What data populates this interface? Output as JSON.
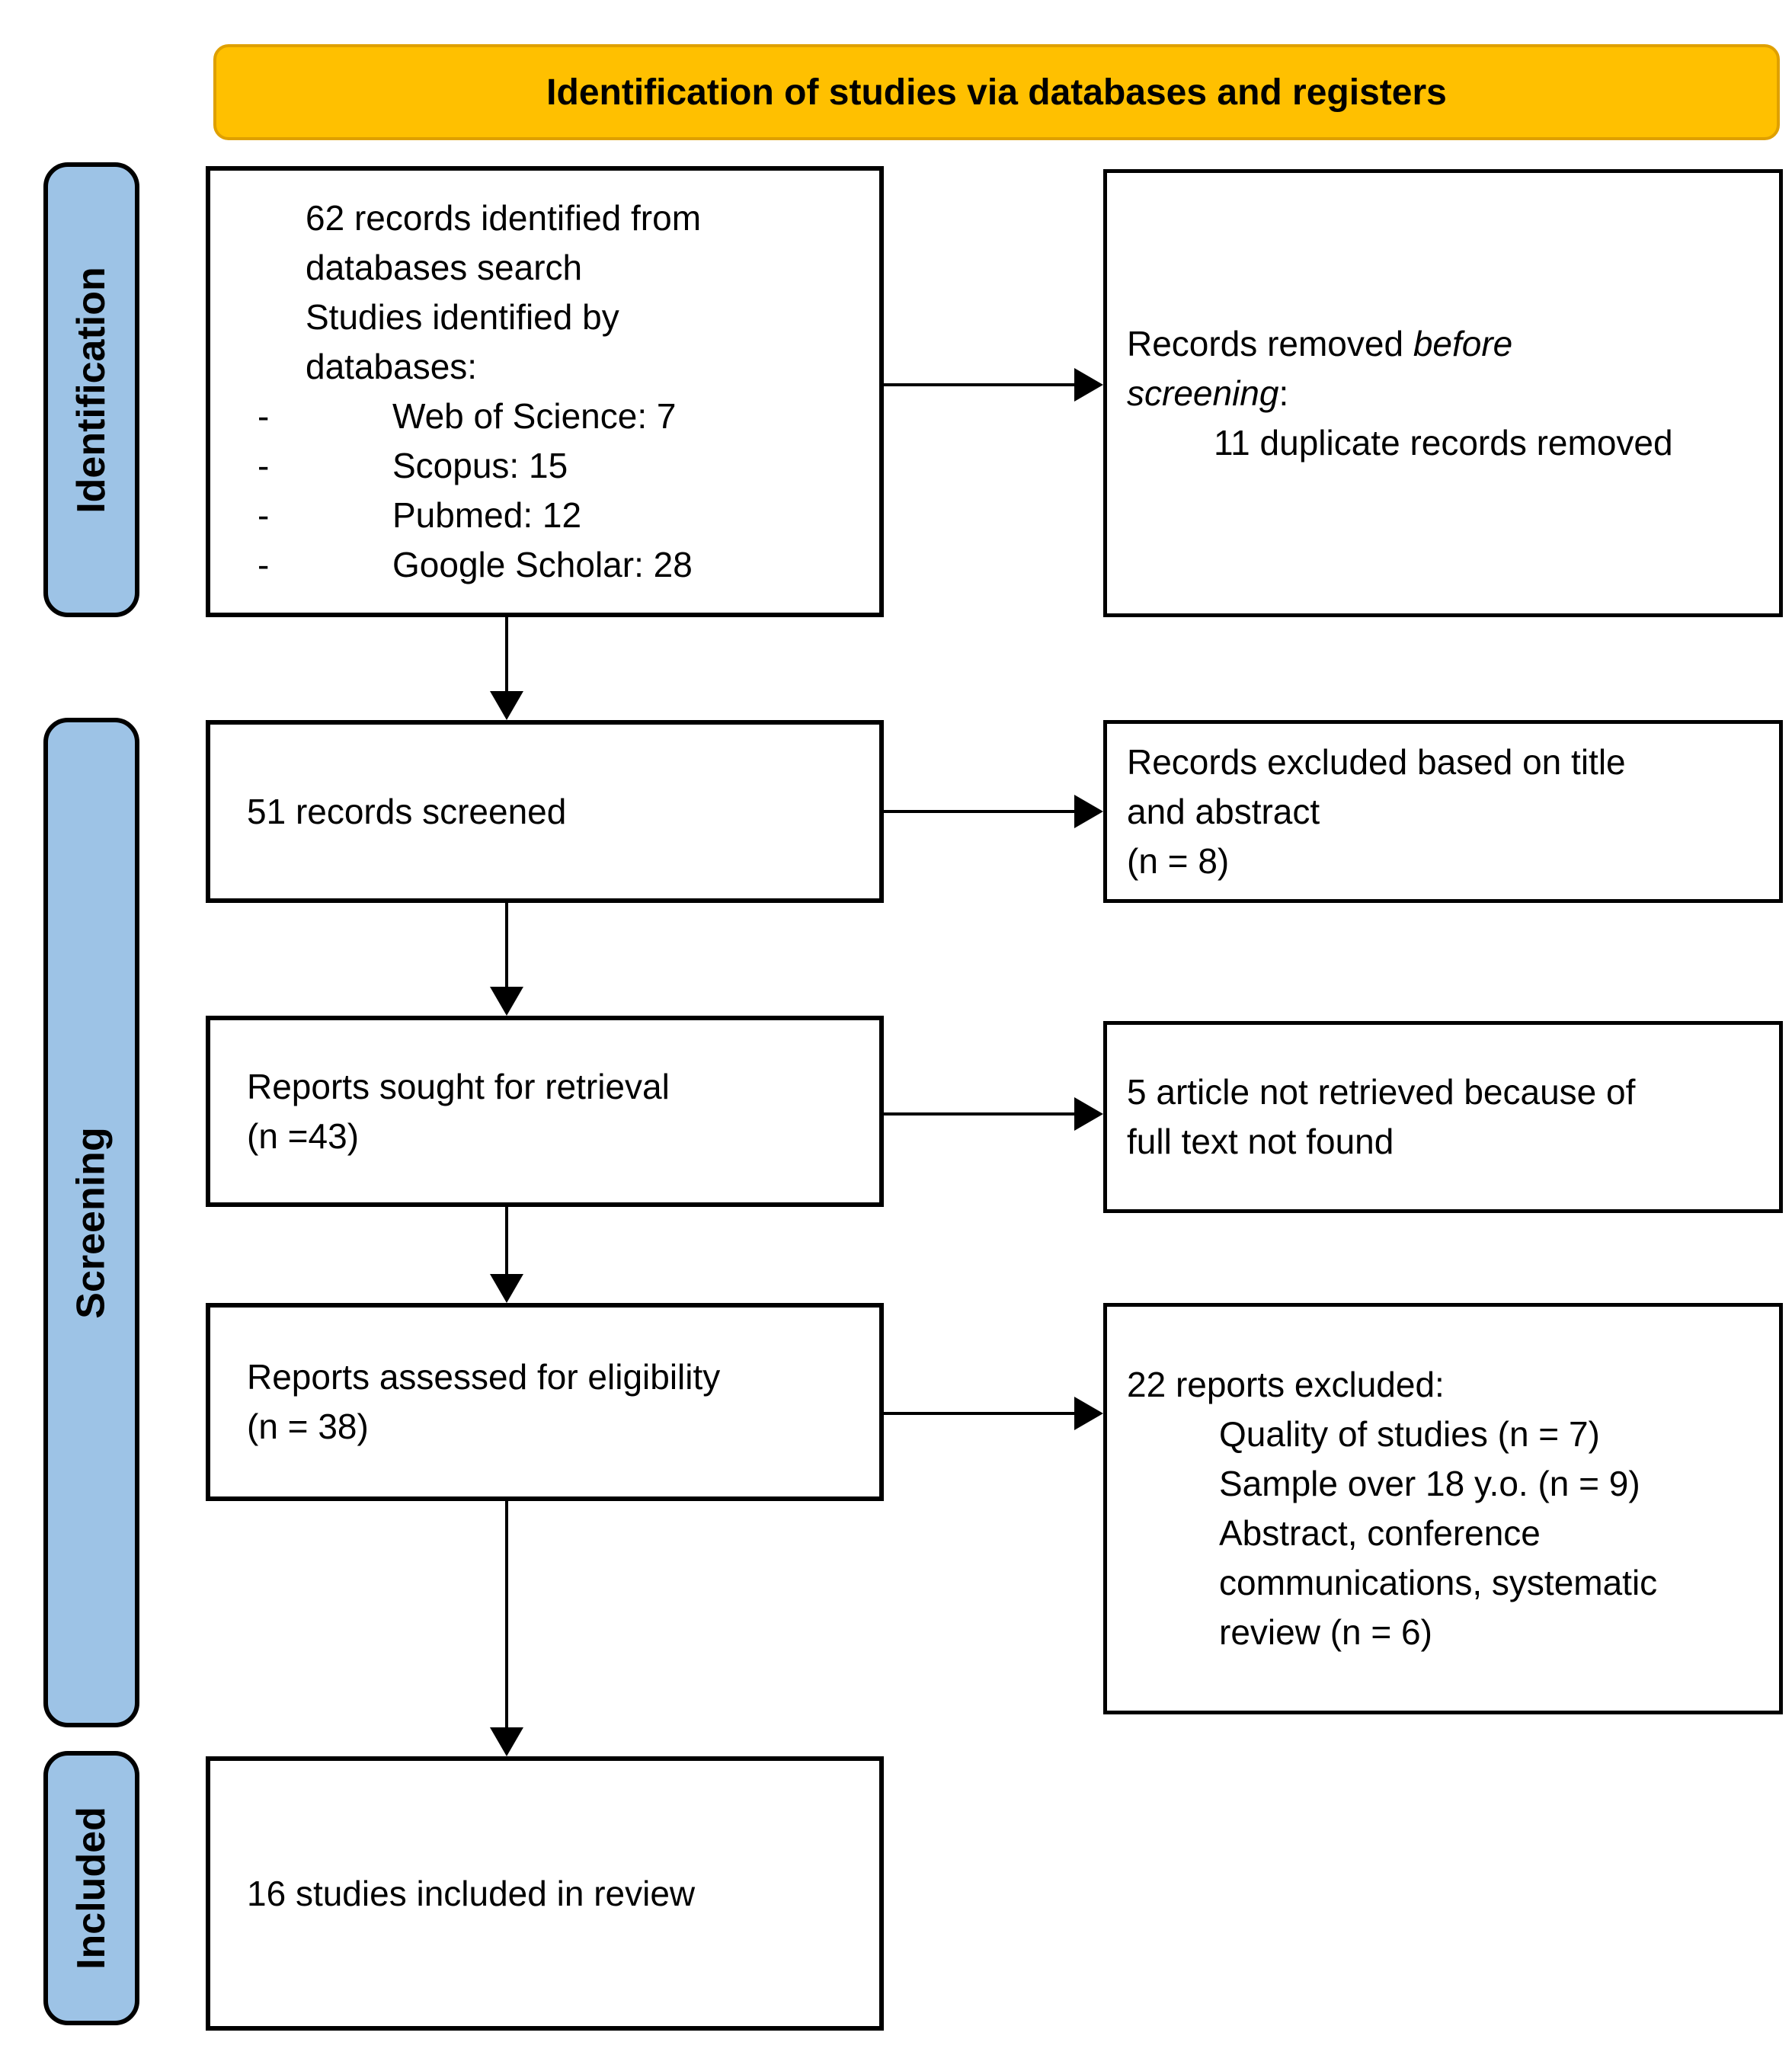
{
  "banner": {
    "title": "Identification of studies via databases and registers"
  },
  "side_labels": {
    "identification": "Identification",
    "screening": "Screening",
    "included": "Included"
  },
  "boxes": {
    "identified": {
      "lines": [
        "62 records identified from",
        "databases search",
        "Studies identified by",
        "databases:"
      ],
      "items": [
        {
          "dash": "-",
          "text": "Web of Science: 7"
        },
        {
          "dash": "-",
          "text": "Scopus: 15"
        },
        {
          "dash": "-",
          "text": "Pubmed: 12"
        },
        {
          "dash": "-",
          "text": "Google Scholar: 28"
        }
      ]
    },
    "records_removed": {
      "prefix": "Records removed ",
      "italic_word_1": "before",
      "italic_word_2": "screening",
      "colon": ":",
      "detail": "11 duplicate records removed"
    },
    "screened": {
      "text": "51 records screened"
    },
    "excluded_title_abstract": {
      "lines": [
        "Records excluded based on title",
        "and abstract",
        "(n = 8)"
      ]
    },
    "sought_retrieval": {
      "lines": [
        "Reports sought for retrieval",
        "(n =43)"
      ]
    },
    "not_retrieved": {
      "lines": [
        "5 article not retrieved because of",
        "full text not found"
      ]
    },
    "assessed_eligibility": {
      "lines": [
        "Reports assessed for eligibility",
        "(n = 38)"
      ]
    },
    "reports_excluded": {
      "intro": "22 reports excluded:",
      "items": [
        "Quality of studies (n = 7)",
        "Sample over 18 y.o. (n = 9)",
        "Abstract, conference",
        "communications, systematic",
        "review (n = 6)"
      ]
    },
    "included_review": {
      "text": "16 studies included in review"
    }
  },
  "colors": {
    "banner_fill": "#FFC000",
    "banner_border": "#DFA000",
    "label_fill": "#9DC3E6",
    "border_black": "#000000",
    "background": "#FFFFFF"
  }
}
